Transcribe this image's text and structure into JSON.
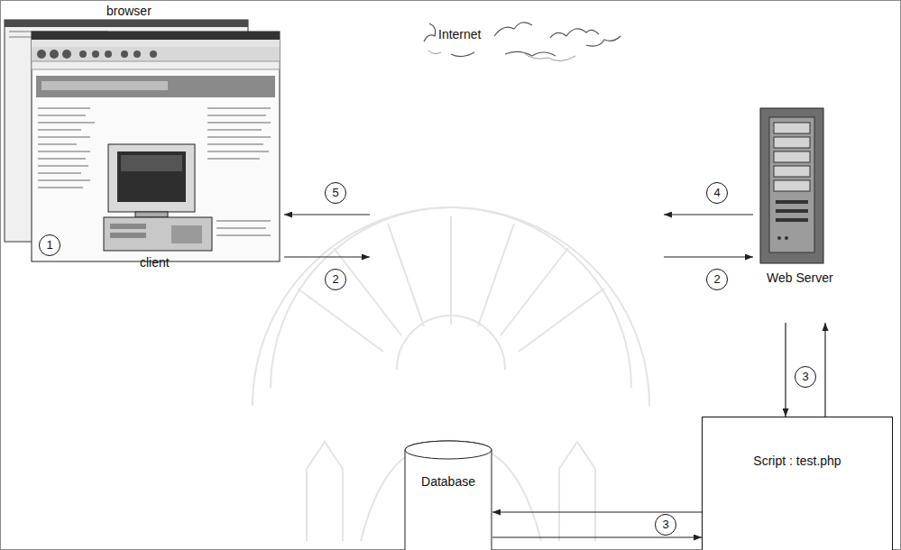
{
  "diagram": {
    "nodes": [
      {
        "text": [
          "client"
        ]
      },
      {
        "text": [
          "Internet"
        ]
      },
      {
        "text": [
          "Web Server"
        ]
      },
      {
        "text": [
          "Script : test.php"
        ]
      },
      {
        "text": [
          "Database"
        ]
      }
    ],
    "edges": [
      {
        "from": 0,
        "to": 1,
        "label": "2",
        "arrow": "to"
      },
      {
        "from": 1,
        "to": 2,
        "label": "2",
        "arrow": "to"
      },
      {
        "from": 2,
        "to": 1,
        "label": "4",
        "arrow": "to"
      },
      {
        "from": 1,
        "to": 0,
        "label": "5",
        "arrow": "to"
      },
      {
        "from": 2,
        "to": 3,
        "label": "3",
        "arrow": "to"
      },
      {
        "from": 3,
        "to": 2,
        "arrow": "to"
      },
      {
        "from": 3,
        "to": 4,
        "label": "3",
        "arrow": "to"
      },
      {
        "from": 4,
        "to": 3,
        "arrow": "to"
      }
    ],
    "labels": [
      "browser",
      "1"
    ]
  }
}
